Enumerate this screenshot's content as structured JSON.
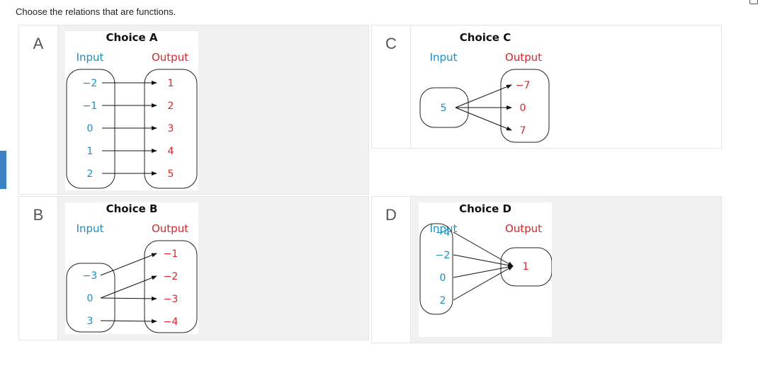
{
  "prompt": "Choose the relations that are functions.",
  "colors": {
    "input": "#1a8fc4",
    "output": "#e0262a",
    "accent": "#3b82c4",
    "panel": "#f1f1f1"
  },
  "options": [
    {
      "letter": "A",
      "title": "Choice A",
      "input_label": "Input",
      "output_label": "Output",
      "inputs": [
        "−2",
        "−1",
        "0",
        "1",
        "2"
      ],
      "outputs": [
        "1",
        "2",
        "3",
        "4",
        "5"
      ],
      "mappings": [
        [
          0,
          0
        ],
        [
          1,
          1
        ],
        [
          2,
          2
        ],
        [
          3,
          3
        ],
        [
          4,
          4
        ]
      ]
    },
    {
      "letter": "B",
      "title": "Choice B",
      "input_label": "Input",
      "output_label": "Output",
      "inputs": [
        "−3",
        "0",
        "3"
      ],
      "outputs": [
        "−1",
        "−2",
        "−3",
        "−4"
      ],
      "mappings": [
        [
          0,
          0
        ],
        [
          1,
          1
        ],
        [
          1,
          2
        ],
        [
          2,
          3
        ]
      ]
    },
    {
      "letter": "C",
      "title": "Choice C",
      "input_label": "Input",
      "output_label": "Output",
      "inputs": [
        "5"
      ],
      "outputs": [
        "−7",
        "0",
        "7"
      ],
      "mappings": [
        [
          0,
          0
        ],
        [
          0,
          1
        ],
        [
          0,
          2
        ]
      ]
    },
    {
      "letter": "D",
      "title": "Choice D",
      "input_label": "Input",
      "output_label": "Output",
      "inputs": [
        "−4",
        "−2",
        "0",
        "2"
      ],
      "outputs": [
        "1"
      ],
      "mappings": [
        [
          0,
          0
        ],
        [
          1,
          0
        ],
        [
          2,
          0
        ],
        [
          3,
          0
        ]
      ]
    }
  ]
}
